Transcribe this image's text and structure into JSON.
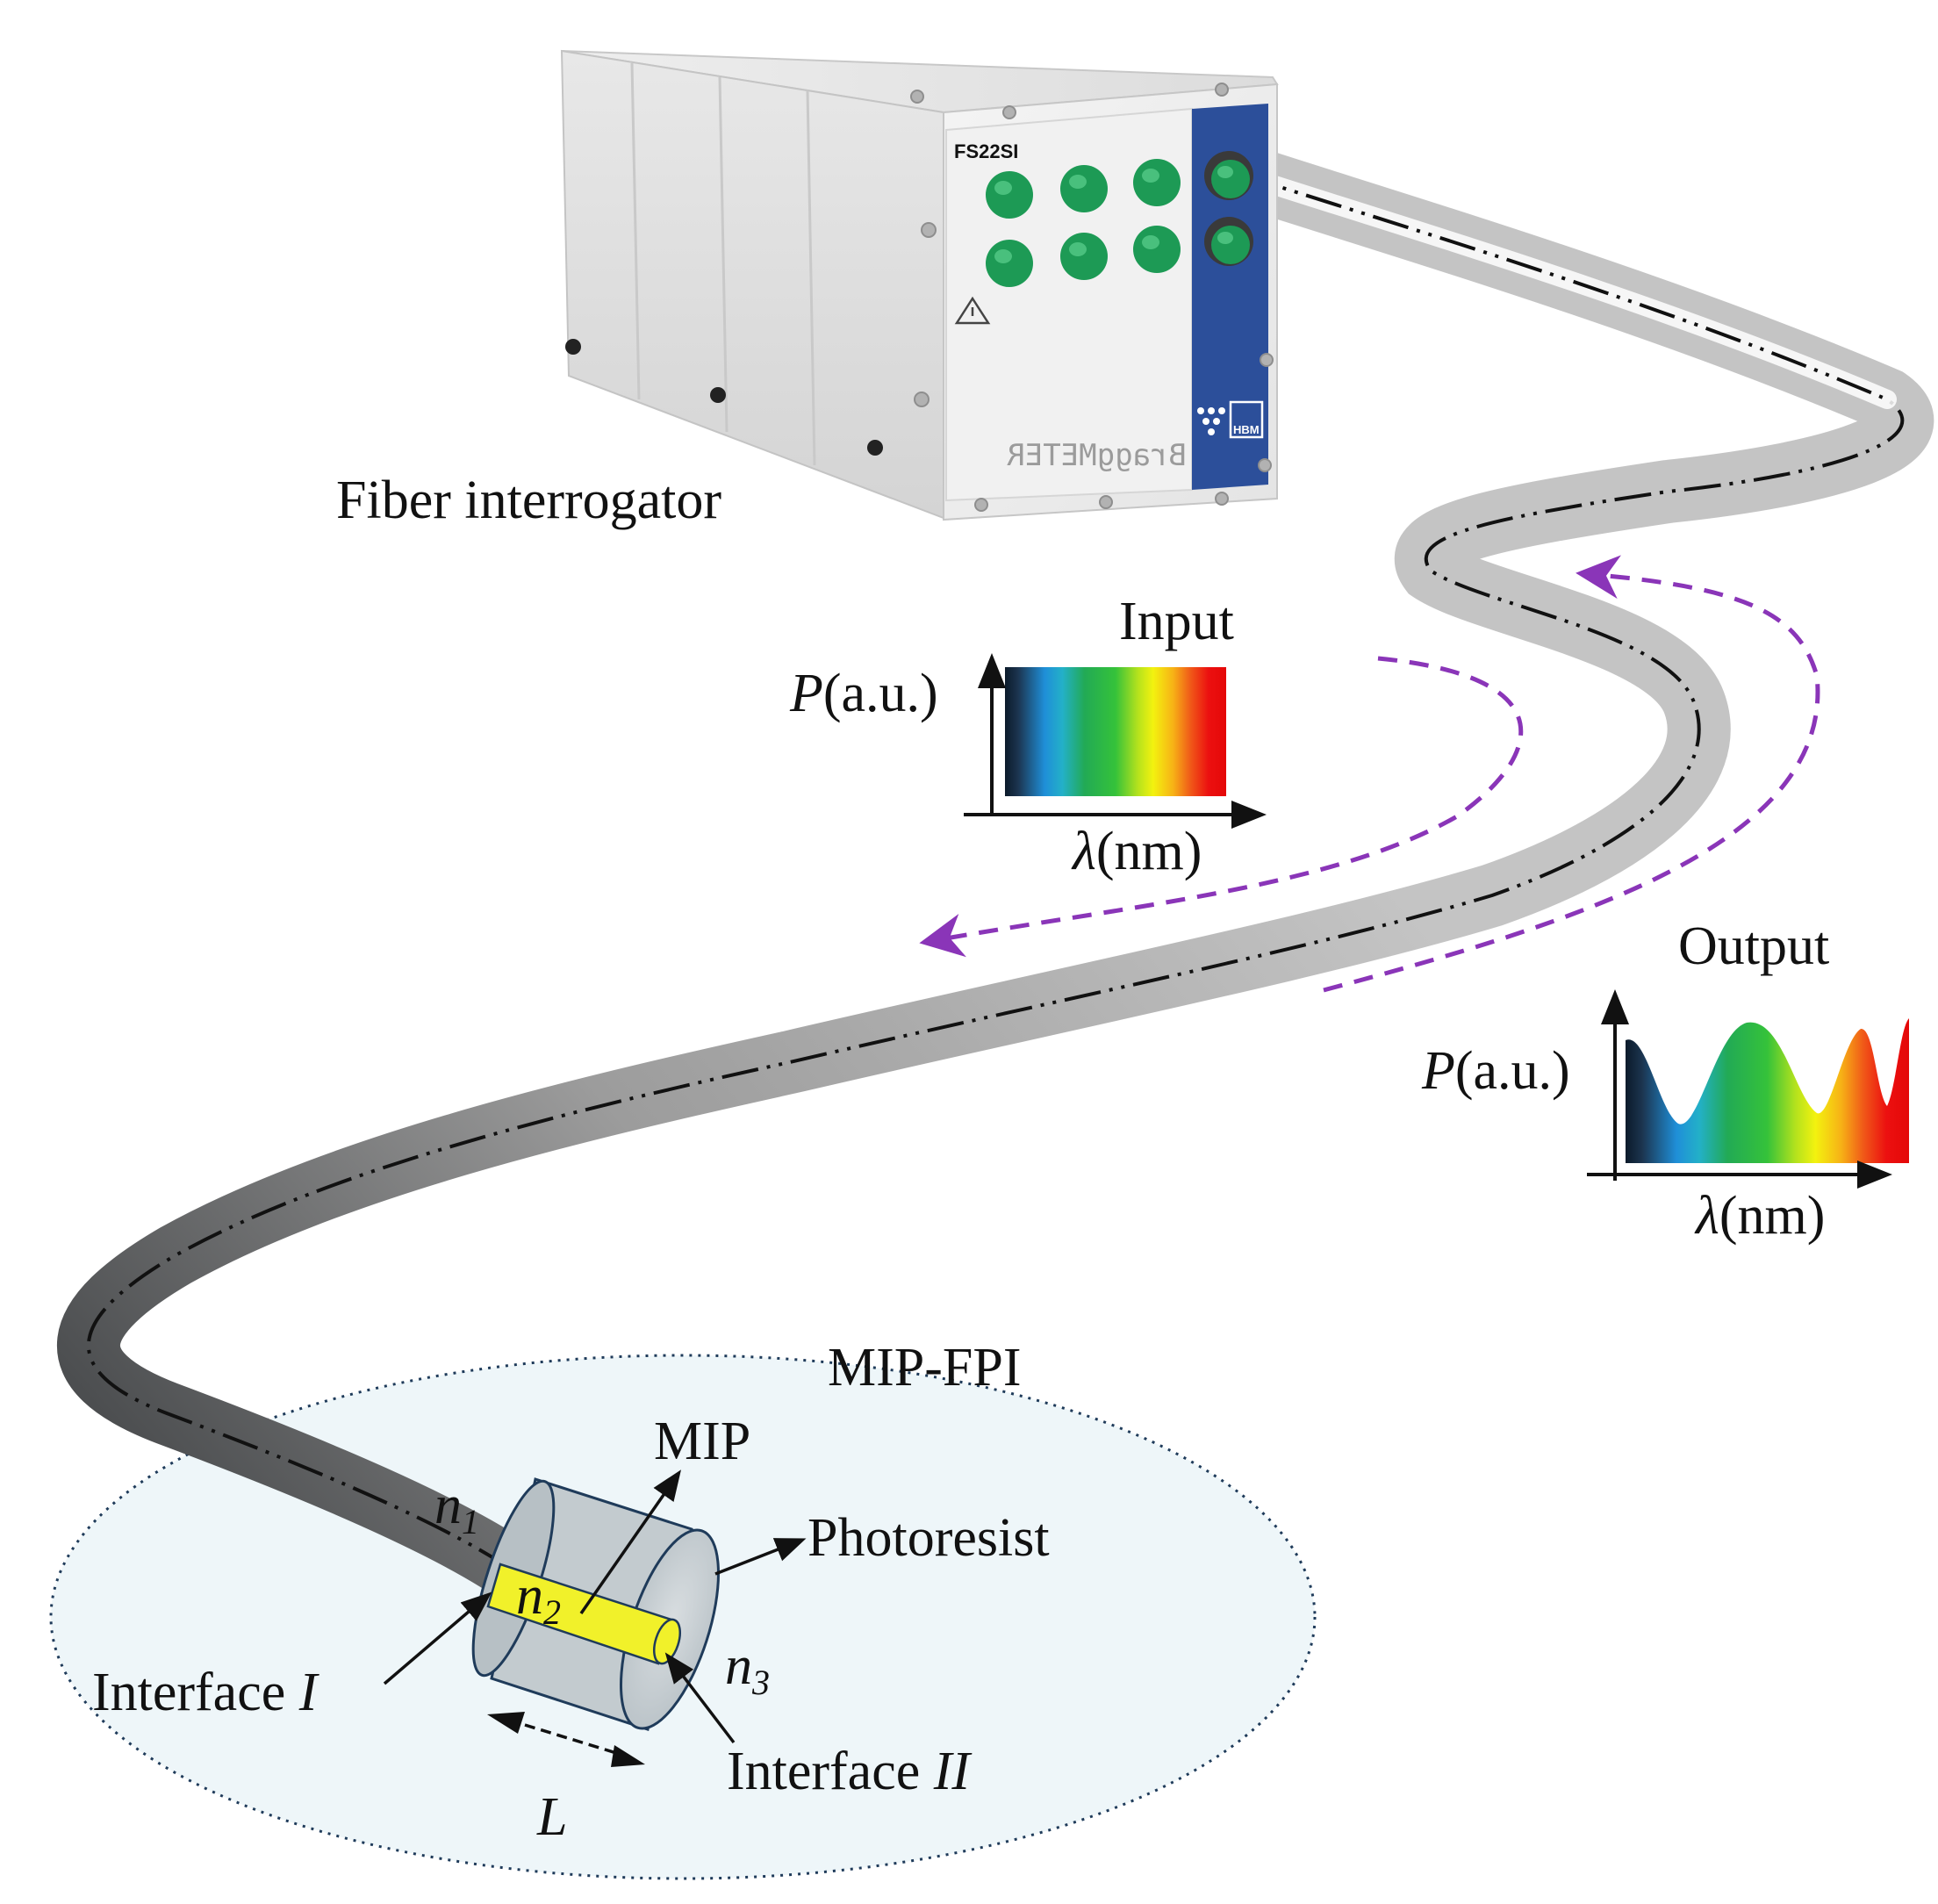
{
  "colors": {
    "fiber": "#b4b4b4",
    "fiber_dark": "#5e6062",
    "arrow_purple": "#8a35b8",
    "mip_yellow": "#f1f12a",
    "ellipse_fill": "#eef6f9",
    "panel_blue": "#2c4f9a",
    "connector_green": "#1d9a55"
  },
  "device": {
    "name_label": "Fiber interrogator",
    "model_text": "FS22SI",
    "brand_text": "BraggMETER",
    "logo_text": "HBM"
  },
  "input": {
    "title": "Input",
    "ylabel_sym": "P",
    "ylabel_unit": "(a.u.)",
    "xlabel_sym": "λ",
    "xlabel_unit": "(nm)"
  },
  "output": {
    "title": "Output",
    "ylabel_sym": "P",
    "ylabel_unit": "(a.u.)",
    "xlabel_sym": "λ",
    "xlabel_unit": "(nm)"
  },
  "sensor": {
    "title": "MIP-FPI",
    "mip_label": "MIP",
    "photoresist_label": "Photoresist",
    "n1_base": "n",
    "n1_sub": "1",
    "n2_base": "n",
    "n2_sub": "2",
    "n3_base": "n",
    "n3_sub": "3",
    "interface1_prefix": "Interface ",
    "interface1_roman": "I",
    "interface2_prefix": "Interface ",
    "interface2_roman": "II",
    "length_label": "L"
  },
  "icons": [
    "warning-icon",
    "hbm-logo-icon",
    "fiber-connector-icon"
  ]
}
